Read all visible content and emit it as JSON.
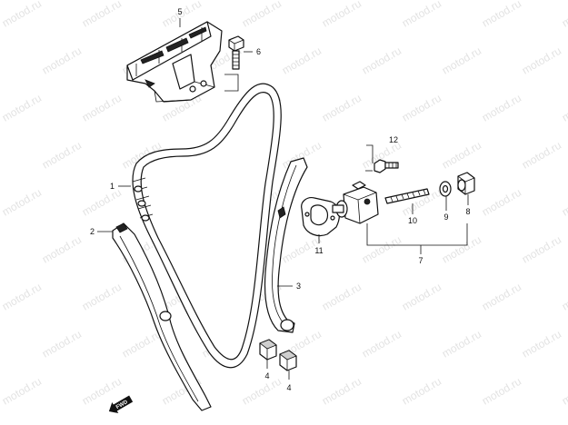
{
  "watermark_text": "motod.ru",
  "fwd_label": "FWD",
  "callouts": {
    "c1": "1",
    "c2": "2",
    "c3": "3",
    "c4a": "4",
    "c4b": "4",
    "c5": "5",
    "c6": "6",
    "c7": "7",
    "c8": "8",
    "c9": "9",
    "c10": "10",
    "c11": "11",
    "c12": "12"
  }
}
